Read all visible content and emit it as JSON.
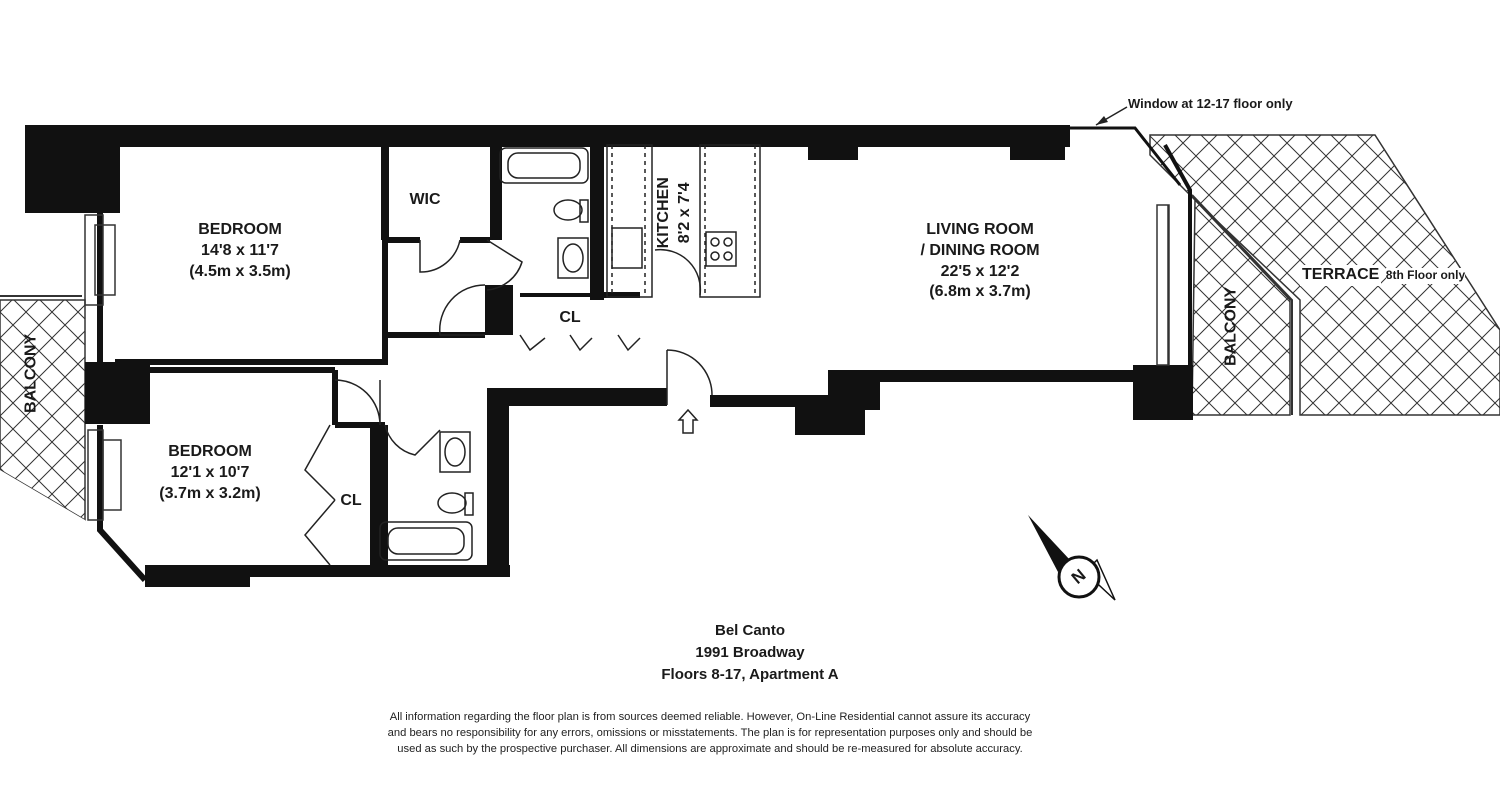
{
  "rooms": {
    "bedroom1": {
      "name": "BEDROOM",
      "dims_ft": "14'8 x 11'7",
      "dims_m": "(4.5m x 3.5m)"
    },
    "bedroom2": {
      "name": "BEDROOM",
      "dims_ft": "12'1 x 10'7",
      "dims_m": "(3.7m x 3.2m)"
    },
    "living": {
      "name_line1": "LIVING ROOM",
      "name_line2": "/ DINING ROOM",
      "dims_ft": "22'5 x 12'2",
      "dims_m": "(6.8m x 3.7m)"
    },
    "kitchen": {
      "name": "KITCHEN",
      "dims_ft": "8'2 x 7'4"
    },
    "wic": "WIC",
    "closet_hall": "CL",
    "closet_bedroom": "CL",
    "balcony_left": "BALCONY",
    "balcony_right": "BALCONY",
    "terrace": {
      "name": "TERRACE",
      "note": "8th Floor only"
    }
  },
  "annotations": {
    "window_note": "Window at 12-17 floor only",
    "compass": "N"
  },
  "building": {
    "name": "Bel Canto",
    "address": "1991 Broadway",
    "unit": "Floors 8-17, Apartment A"
  },
  "disclaimer": {
    "line1": "All information regarding the floor plan is from sources deemed reliable.  However, On-Line Residential cannot assure its accuracy",
    "line2": "and bears no responsibility for any errors, omissions or misstatements.  The plan is for representation purposes only and should be",
    "line3": "used as such by the prospective purchaser.  All dimensions are approximate and should be re-measured for absolute accuracy."
  }
}
